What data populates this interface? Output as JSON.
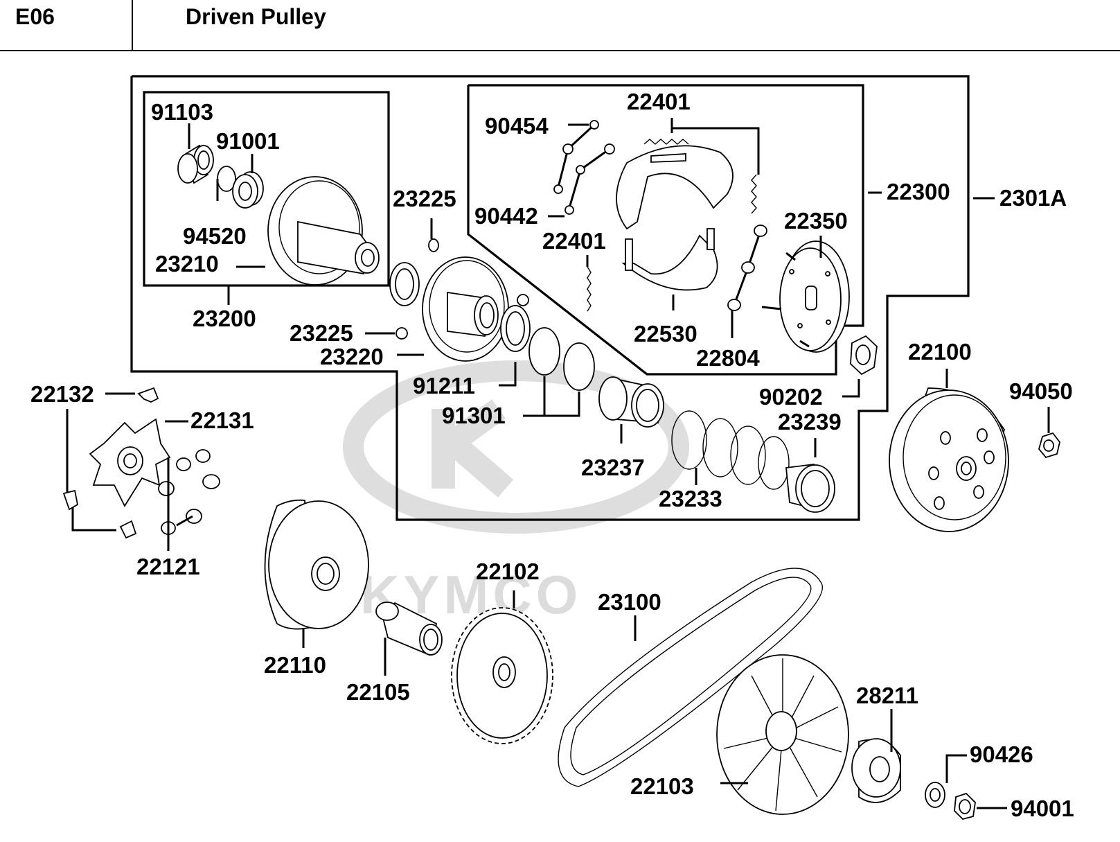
{
  "header": {
    "code": "E06",
    "title": "Driven Pulley"
  },
  "watermark": {
    "brand": "KYMCO"
  },
  "labels": {
    "p91103": "91103",
    "p91001": "91001",
    "p94520": "94520",
    "p23210": "23210",
    "p23200": "23200",
    "p23225a": "23225",
    "p23225b": "23225",
    "p23220": "23220",
    "p90454": "90454",
    "p22401a": "22401",
    "p90442": "90442",
    "p22401b": "22401",
    "p22530": "22530",
    "p22804": "22804",
    "p22350": "22350",
    "p22300": "22300",
    "p2301A": "2301A",
    "p91211": "91211",
    "p91301": "91301",
    "p23237": "23237",
    "p23233": "23233",
    "p23239": "23239",
    "p90202": "90202",
    "p22100": "22100",
    "p94050": "94050",
    "p22132": "22132",
    "p22131": "22131",
    "p22121": "22121",
    "p22110": "22110",
    "p22105": "22105",
    "p22102": "22102",
    "p23100": "23100",
    "p22103": "22103",
    "p28211": "28211",
    "p90426": "90426",
    "p94001": "94001"
  },
  "colors": {
    "ink": "#000000",
    "watermark": "#d9d9d9",
    "background": "#ffffff"
  }
}
